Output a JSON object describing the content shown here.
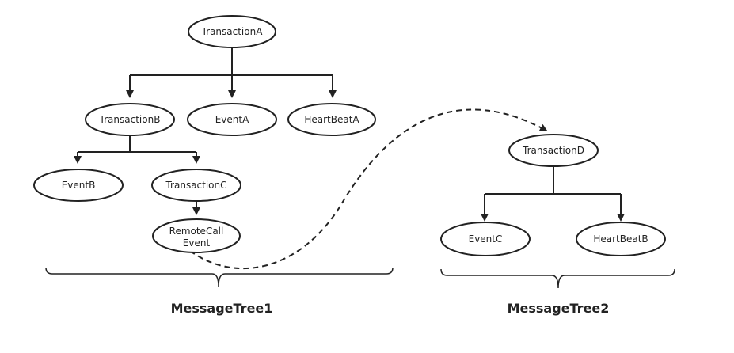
{
  "diagram": {
    "nodes": {
      "transaction_a": "TransactionA",
      "transaction_b": "TransactionB",
      "event_a": "EventA",
      "heartbeat_a": "HeartBeatA",
      "event_b": "EventB",
      "transaction_c": "TransactionC",
      "remote_call_event_line1": "RemoteCall",
      "remote_call_event_line2": "Event",
      "transaction_d": "TransactionD",
      "event_c": "EventC",
      "heartbeat_b": "HeartBeatB"
    },
    "groups": {
      "message_tree_1": "MessageTree1",
      "message_tree_2": "MessageTree2"
    },
    "edges": [
      {
        "from": "TransactionA",
        "to": "TransactionB"
      },
      {
        "from": "TransactionA",
        "to": "EventA"
      },
      {
        "from": "TransactionA",
        "to": "HeartBeatA"
      },
      {
        "from": "TransactionB",
        "to": "EventB"
      },
      {
        "from": "TransactionB",
        "to": "TransactionC"
      },
      {
        "from": "TransactionC",
        "to": "RemoteCall Event"
      },
      {
        "from": "RemoteCall Event",
        "to": "TransactionD",
        "style": "dashed"
      },
      {
        "from": "TransactionD",
        "to": "EventC"
      },
      {
        "from": "TransactionD",
        "to": "HeartBeatB"
      }
    ],
    "colors": {
      "stroke": "#222222",
      "background": "#ffffff"
    }
  }
}
